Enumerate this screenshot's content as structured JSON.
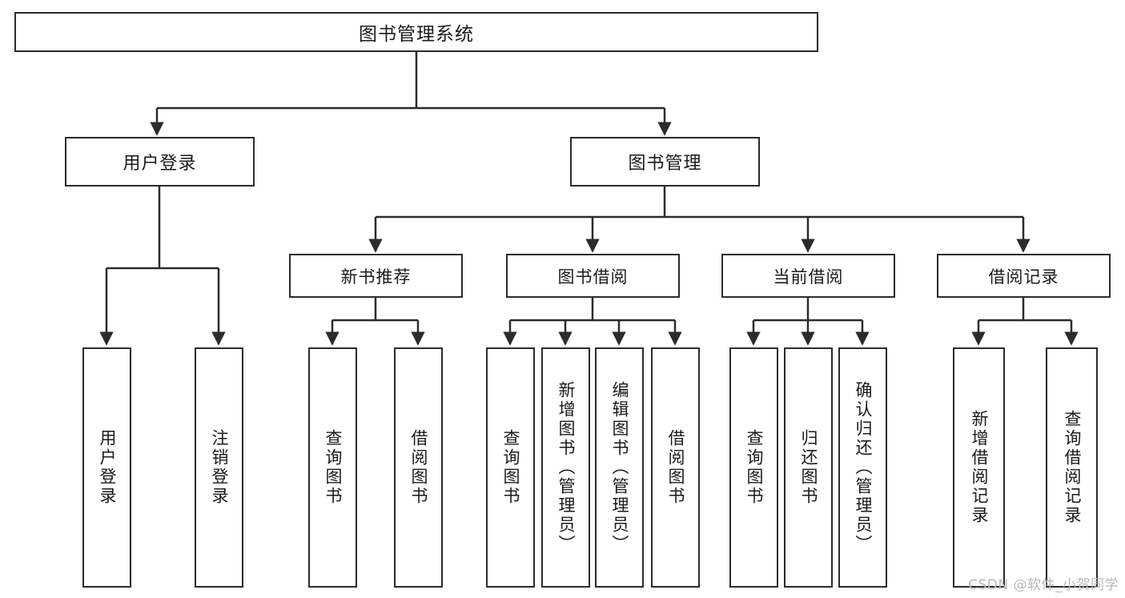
{
  "diagram": {
    "type": "tree",
    "title": "图书管理系统",
    "watermark": "CSDN @软件_小贺同学",
    "colors": {
      "stroke": "#2b2b2b",
      "fill": "#ffffff",
      "text": "#1a1a1a",
      "watermark": "#b9b9b9"
    },
    "nodes": {
      "root": {
        "label": "图书管理系统",
        "level": 0
      },
      "l1": [
        {
          "label": "用户登录",
          "level": 1
        },
        {
          "label": "图书管理",
          "level": 1
        }
      ],
      "l2": [
        {
          "label": "新书推荐",
          "level": 2,
          "parent": "图书管理"
        },
        {
          "label": "图书借阅",
          "level": 2,
          "parent": "图书管理"
        },
        {
          "label": "当前借阅",
          "level": 2,
          "parent": "图书管理"
        },
        {
          "label": "借阅记录",
          "level": 2,
          "parent": "图书管理"
        }
      ],
      "leaves": [
        {
          "label": "用户登录",
          "parent": "用户登录",
          "group": 1
        },
        {
          "label": "注销登录",
          "parent": "用户登录",
          "group": 1
        },
        {
          "label": "查询图书",
          "parent": "新书推荐",
          "group": 2
        },
        {
          "label": "借阅图书",
          "parent": "新书推荐",
          "group": 2
        },
        {
          "label": "查询图书",
          "parent": "图书借阅",
          "group": 3
        },
        {
          "label": "新增图书（管理员）",
          "parent": "图书借阅",
          "group": 3
        },
        {
          "label": "编辑图书（管理员）",
          "parent": "图书借阅",
          "group": 3
        },
        {
          "label": "借阅图书",
          "parent": "图书借阅",
          "group": 3
        },
        {
          "label": "查询图书",
          "parent": "当前借阅",
          "group": 4
        },
        {
          "label": "归还图书",
          "parent": "当前借阅",
          "group": 4
        },
        {
          "label": "确认归还（管理员）",
          "parent": "当前借阅",
          "group": 4
        },
        {
          "label": "新增借阅记录",
          "parent": "借阅记录",
          "group": 5
        },
        {
          "label": "查询借阅记录",
          "parent": "借阅记录",
          "group": 5
        }
      ]
    }
  }
}
